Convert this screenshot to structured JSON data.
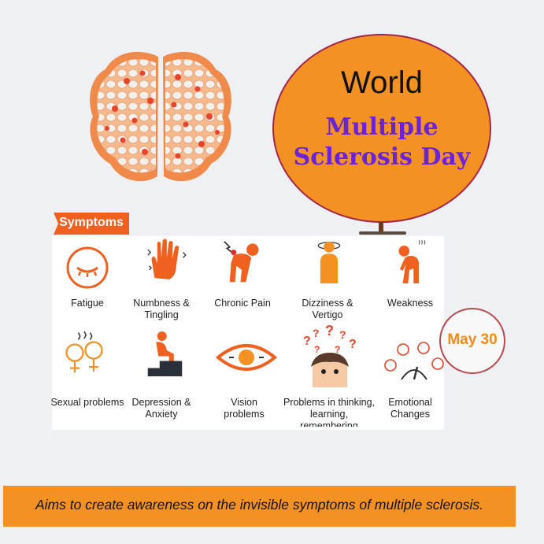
{
  "title": {
    "line1": "World",
    "line2": "Multiple",
    "line3": "Sclerosis Day"
  },
  "section_label": "Symptoms",
  "symptoms": [
    {
      "label": "Fatigue",
      "icon": "closed-eye-icon"
    },
    {
      "label": "Numbness & Tingling",
      "icon": "tingling-hand-icon"
    },
    {
      "label": "Chronic Pain",
      "icon": "back-pain-icon"
    },
    {
      "label": "Dizziness & Vertigo",
      "icon": "dizzy-person-icon"
    },
    {
      "label": "Weakness",
      "icon": "weak-person-icon"
    },
    {
      "label": "Sexual problems",
      "icon": "gender-symbols-icon"
    },
    {
      "label": "Depression & Anxiety",
      "icon": "sitting-person-icon"
    },
    {
      "label": "Vision problems",
      "icon": "eye-icon"
    },
    {
      "label": "Problems in thinking, learning, remembering",
      "icon": "confused-person-icon"
    },
    {
      "label": "Emotional Changes",
      "icon": "mood-gauge-icon"
    }
  ],
  "date": "May 30",
  "footer": "Aims to create awareness on the invisible symptoms of multiple sclerosis.",
  "colors": {
    "orange": "#f39223",
    "purple": "#6a23d8",
    "icon_orange": "#f0601f",
    "border_red": "#a3264a"
  }
}
